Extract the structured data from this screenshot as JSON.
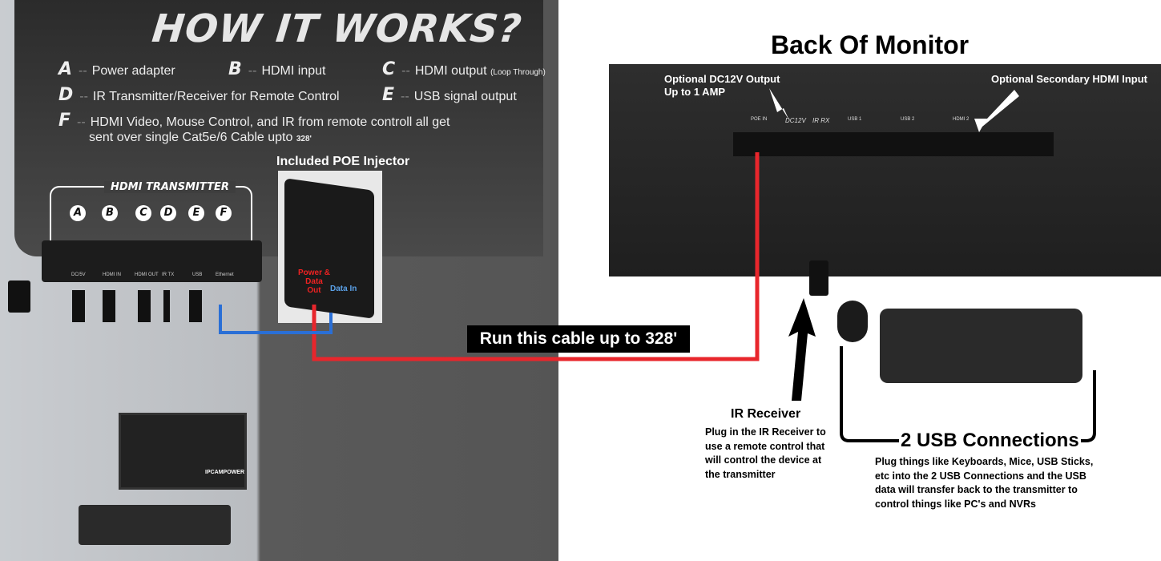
{
  "header": {
    "title": "HOW IT WORKS?"
  },
  "legend": [
    {
      "letter": "A",
      "text": "Power adapter"
    },
    {
      "letter": "B",
      "text": "HDMI input"
    },
    {
      "letter": "C",
      "text": "HDMI output",
      "note": "(Loop Through)"
    },
    {
      "letter": "D",
      "text": "IR Transmitter/Receiver for Remote Control"
    },
    {
      "letter": "E",
      "text": "USB signal output"
    },
    {
      "letter": "F",
      "text": "HDMI Video, Mouse Control, and IR from remote controll all get",
      "text2": "sent over single Cat5e/6 Cable upto",
      "note": "328'"
    }
  ],
  "transmitter": {
    "title": "HDMI TRANSMITTER",
    "ports": [
      "DC/5V",
      "HDMI IN",
      "HDMI OUT",
      "IR TX",
      "USB",
      "Ethernet"
    ],
    "markers": [
      "A",
      "B",
      "C",
      "D",
      "E",
      "F"
    ],
    "brand": "IPCAMPOWER"
  },
  "poe": {
    "title": "Included POE Injector",
    "out_label": "Power & Data Out",
    "in_label": "Data In"
  },
  "cable": {
    "label": "Run this cable up to 328'",
    "colors": {
      "red": "#e8262c",
      "blue": "#2a6fd6"
    }
  },
  "monitor": {
    "title": "Back Of Monitor",
    "dc_note": [
      "Optional DC12V Output",
      "Up to 1 AMP"
    ],
    "hdmi_note": "Optional Secondary HDMI Input",
    "ports": [
      "POE IN",
      "DC12V",
      "IR RX",
      "USB 1",
      "USB 2",
      "HDMI 2"
    ]
  },
  "ir": {
    "title": "IR Receiver",
    "desc": "Plug in the IR Receiver to use a remote control that will control the device at the transmitter"
  },
  "usb": {
    "title": "2 USB Connections",
    "desc": "Plug things like Keyboards, Mice, USB Sticks, etc into the 2 USB Connections and the USB data will transfer back to the transmitter to control things like PC's and NVRs"
  }
}
